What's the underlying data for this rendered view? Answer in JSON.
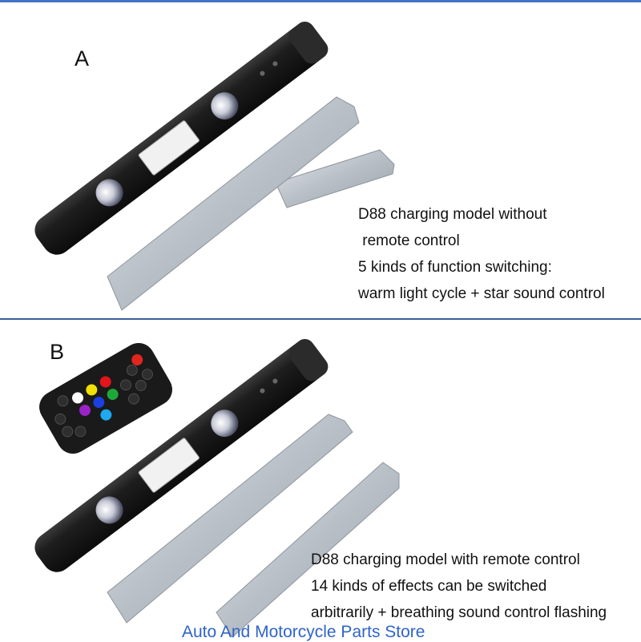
{
  "panel_a": {
    "label": "A",
    "description": [
      "D88 charging model without",
      " remote control",
      "5 kinds of function switching:",
      "warm light cycle + star sound control"
    ]
  },
  "panel_b": {
    "label": "B",
    "description": [
      "D88 charging model with remote control",
      "14 kinds of effects can be switched",
      "arbitrarily + breathing sound control flashing"
    ]
  },
  "store_name": "Auto And Motorcycle Parts Store",
  "remote": {
    "color_buttons": [
      "#ffffff",
      "#f2e000",
      "#e2151c",
      "#9b22c9",
      "#1c3fe0",
      "#1fa83a",
      "#1ea9f0"
    ]
  },
  "colors": {
    "border": "#4472c4",
    "store_text": "#2f64c9",
    "device_body": "#1b1b1b",
    "bracket": "#b9c0c6"
  }
}
